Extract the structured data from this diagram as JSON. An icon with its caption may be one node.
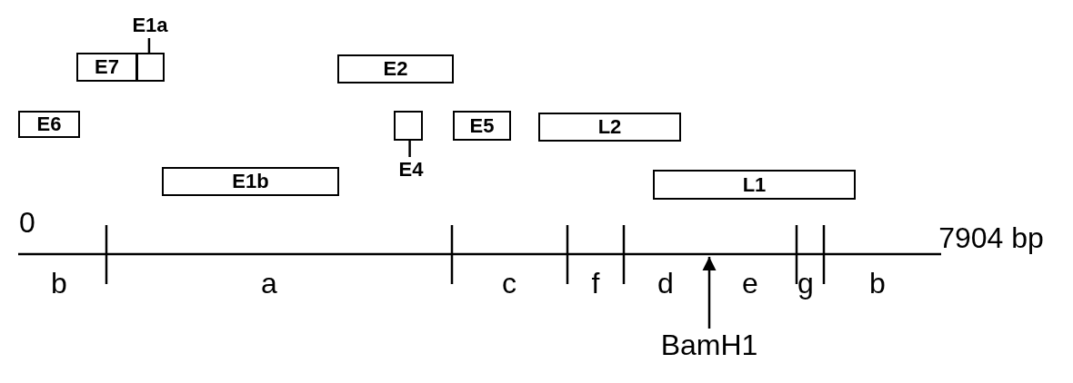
{
  "diagram": {
    "nodes": [
      {
        "text": [
          "E1a"
        ]
      },
      {
        "text": [
          "E7"
        ]
      },
      {
        "text": [],
        "shape": "box"
      },
      {
        "text": [
          "E2"
        ]
      },
      {
        "text": [
          "E6"
        ]
      },
      {
        "text": [],
        "shape": "box"
      },
      {
        "text": [
          "E5"
        ]
      },
      {
        "text": [
          "L2"
        ]
      },
      {
        "text": [
          "E4"
        ]
      },
      {
        "text": [
          "E1b"
        ]
      },
      {
        "text": [
          "L1"
        ]
      },
      {
        "text": [
          "BamH1"
        ]
      }
    ],
    "edges": [
      {
        "from": 0,
        "to": 2,
        "arrow": "none"
      },
      {
        "from": 8,
        "to": 5,
        "arrow": "none"
      },
      {
        "from": 11,
        "to": null,
        "arrow": "to"
      }
    ],
    "labels": [
      "0",
      "7904 bp",
      "b",
      "a",
      "c",
      "f",
      "d",
      "e",
      "g",
      "b"
    ]
  }
}
